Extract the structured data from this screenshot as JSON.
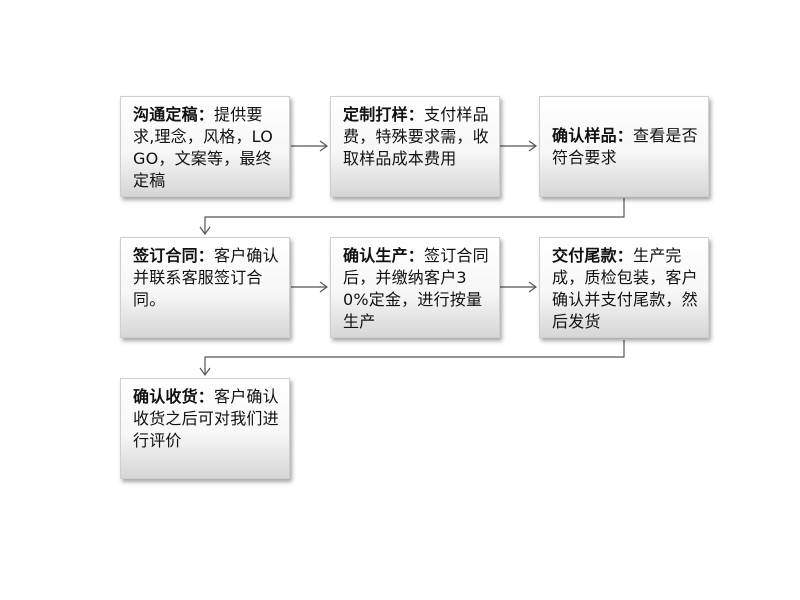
{
  "colors": {
    "arrow": "#555555",
    "box_top": "#ffffff",
    "box_bottom": "#d6d6d6",
    "text": "#111111"
  },
  "steps": [
    {
      "title": "沟通定稿：",
      "desc": "提供要求,理念，风格，LOGO，文案等，最终定稿"
    },
    {
      "title": "定制打样：",
      "desc": "支付样品费，特殊要求需，收取样品成本费用"
    },
    {
      "title": "确认样品：",
      "desc": "查看是否符合要求"
    },
    {
      "title": "签订合同：",
      "desc": "客户确认并联系客服签订合同。"
    },
    {
      "title": "确认生产：",
      "desc": "签订合同后，并缴纳客户30%定金，进行按量生产"
    },
    {
      "title": "交付尾款：",
      "desc": "生产完成，质检包装，客户确认并支付尾款，然后发货"
    },
    {
      "title": "确认收货：",
      "desc": "客户确认收货之后可对我们进行评价"
    }
  ]
}
